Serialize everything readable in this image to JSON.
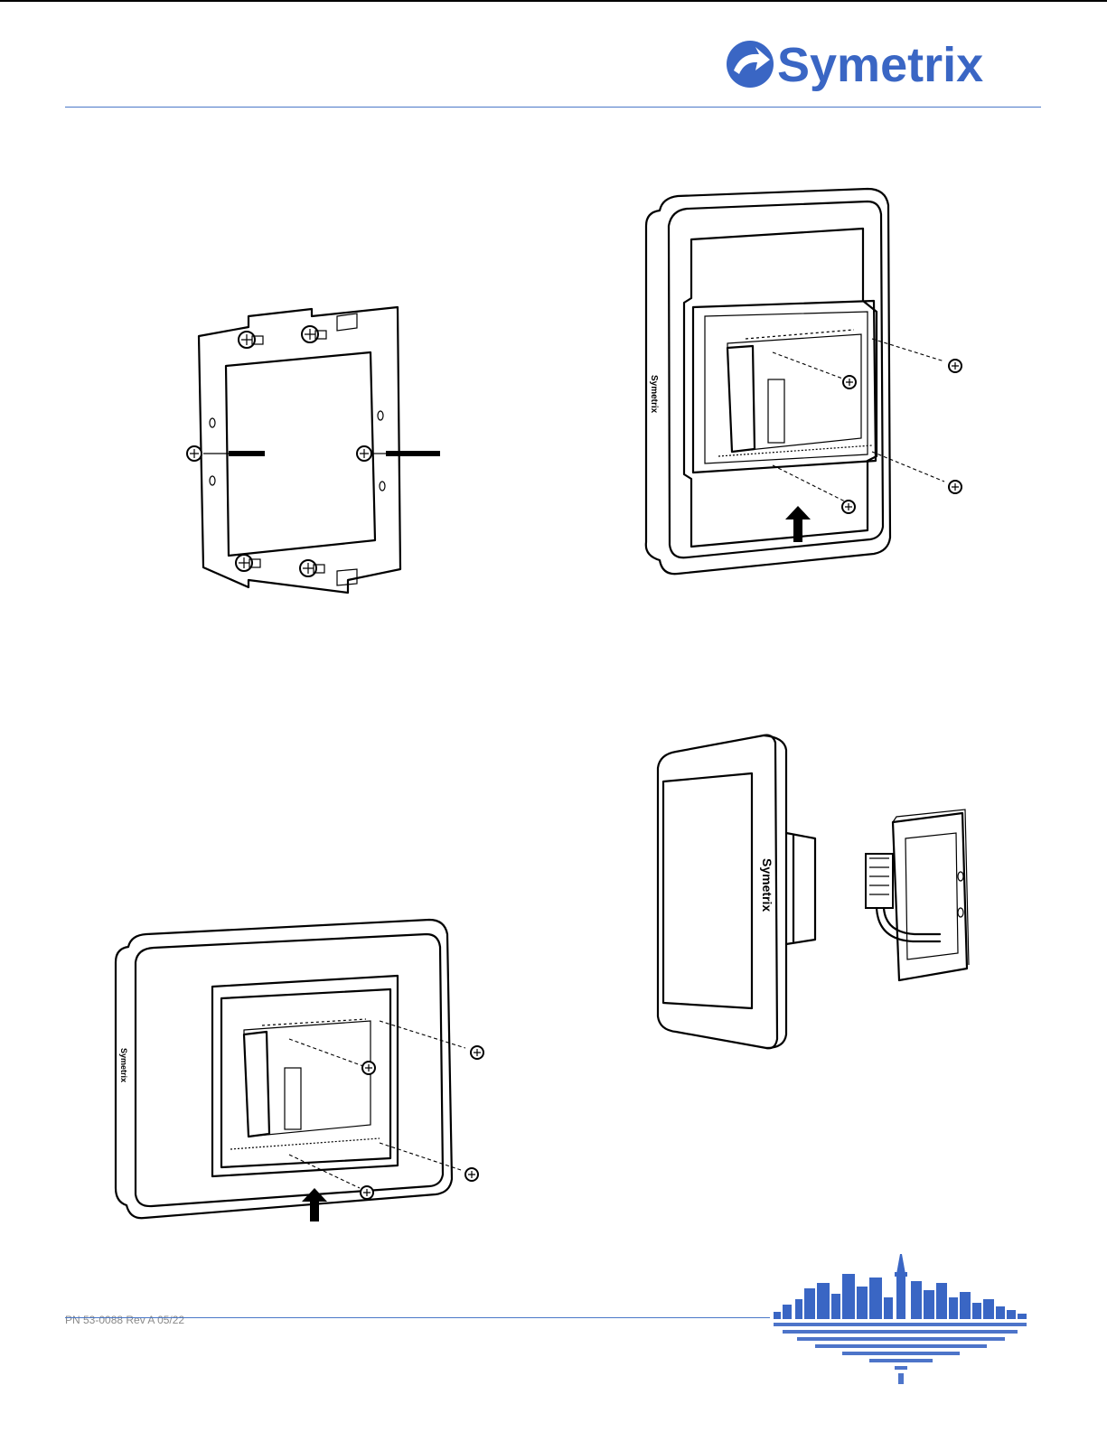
{
  "header": {
    "brand_name": "Symetrix",
    "brand_color": "#3a66c4",
    "rule_color": "#4a78c8"
  },
  "figures": {
    "fig1": {
      "icon": "mounting-bracket-illustration"
    },
    "fig2": {
      "icon": "portrait-touchscreen-back-illustration",
      "side_logo": "Symetrix"
    },
    "fig3": {
      "icon": "landscape-touchscreen-back-illustration",
      "side_logo": "Symetrix"
    },
    "fig4": {
      "icon": "touchscreen-side-view-with-bracket-illustration",
      "side_logo": "Symetrix"
    }
  },
  "footer": {
    "part_number": "PN 53-0088 Rev A 05/22",
    "skyline_icon": "seattle-skyline-icon"
  }
}
